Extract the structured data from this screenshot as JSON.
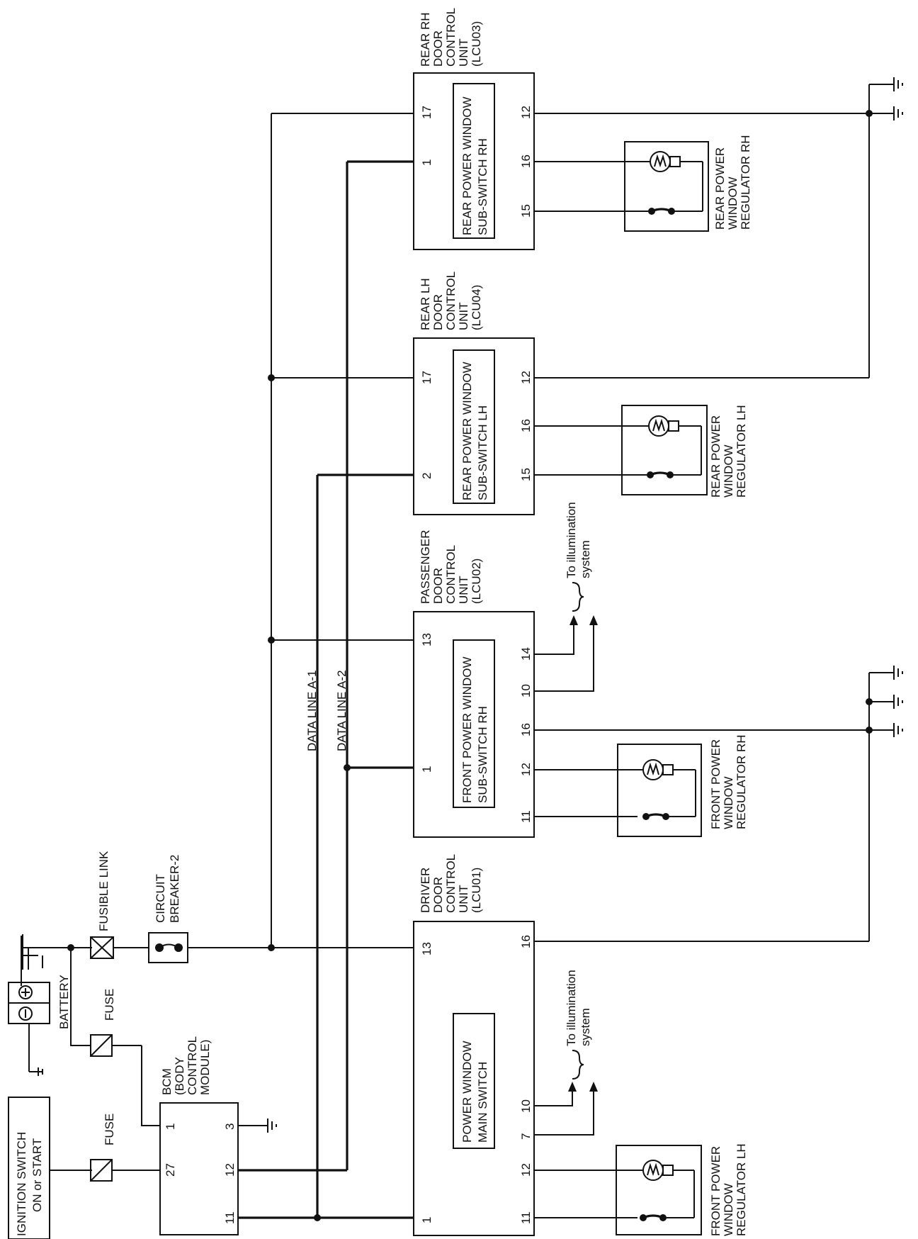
{
  "ignition": {
    "line1": "IGNITION SWITCH",
    "line2": "ON or START"
  },
  "battery": {
    "label": "BATTERY"
  },
  "fuse_top": {
    "label": "FUSE"
  },
  "fuse_bcm": {
    "label": "FUSE"
  },
  "fusible_link": {
    "label": "FUSIBLE LINK"
  },
  "circuit_breaker": {
    "line1": "CIRCUIT",
    "line2": "BREAKER-2"
  },
  "bcm": {
    "lines": [
      "BCM",
      "(BODY",
      "CONTROL",
      "MODULE)"
    ],
    "pins": {
      "p1": "1",
      "p3": "3",
      "p27": "27",
      "p12": "12",
      "p11": "11"
    }
  },
  "data_lines": {
    "a1": "DATA LINE A-1",
    "a2": "DATA LINE A-2"
  },
  "illumination": {
    "line1": "To illumination",
    "line2": "system"
  },
  "units": {
    "driver": {
      "header": [
        "DRIVER",
        "DOOR",
        "CONTROL",
        "UNIT",
        "(LCU01)"
      ],
      "inner": [
        "POWER WINDOW",
        "MAIN SWITCH"
      ],
      "pins": {
        "p13": "13",
        "p1": "1",
        "p16": "16",
        "p10": "10",
        "p7": "7",
        "p12": "12",
        "p11": "11"
      }
    },
    "passenger": {
      "header": [
        "PASSENGER",
        "DOOR",
        "CONTROL",
        "UNIT",
        "(LCU02)"
      ],
      "inner": [
        "FRONT POWER WINDOW",
        "SUB-SWITCH RH"
      ],
      "pins": {
        "p13": "13",
        "p1": "1",
        "p14": "14",
        "p10": "10",
        "p16": "16",
        "p12": "12",
        "p11": "11"
      }
    },
    "rear_lh": {
      "header": [
        "REAR LH",
        "DOOR",
        "CONTROL",
        "UNIT",
        "(LCU04)"
      ],
      "inner": [
        "REAR POWER WINDOW",
        "SUB-SWITCH LH"
      ],
      "pins": {
        "p17": "17",
        "p2": "2",
        "p12": "12",
        "p16": "16",
        "p15": "15"
      }
    },
    "rear_rh": {
      "header": [
        "REAR RH",
        "DOOR",
        "CONTROL",
        "UNIT",
        "(LCU03)"
      ],
      "inner": [
        "REAR POWER WINDOW",
        "SUB-SWITCH RH"
      ],
      "pins": {
        "p17": "17",
        "p1": "1",
        "p12": "12",
        "p16": "16",
        "p15": "15"
      }
    }
  },
  "regulators": {
    "front_lh": [
      "FRONT POWER",
      "WINDOW",
      "REGULATOR LH"
    ],
    "front_rh": [
      "FRONT POWER",
      "WINDOW",
      "REGULATOR RH"
    ],
    "rear_lh": [
      "REAR POWER",
      "WINDOW",
      "REGULATOR LH"
    ],
    "rear_rh": [
      "REAR POWER",
      "WINDOW",
      "REGULATOR RH"
    ]
  }
}
